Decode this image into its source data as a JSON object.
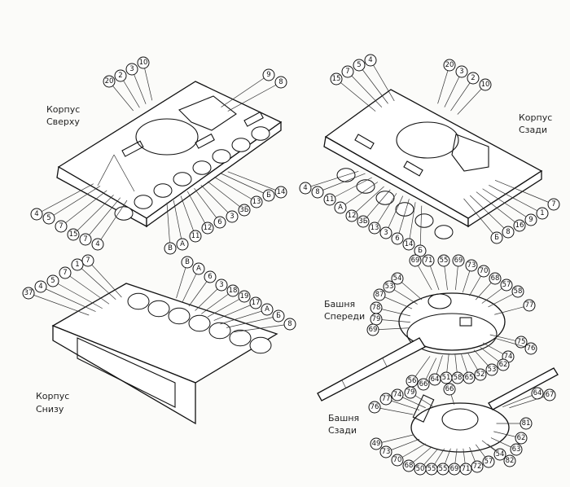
{
  "views": [
    {
      "id": "hull-top",
      "caption": [
        "Корпус",
        "Сверху"
      ]
    },
    {
      "id": "hull-rear",
      "caption": [
        "Корпус",
        "Сзади"
      ]
    },
    {
      "id": "hull-bottom",
      "caption": [
        "Корпус",
        "Снизу"
      ]
    },
    {
      "id": "turret-front",
      "caption": [
        "Башня",
        "Спереди"
      ]
    },
    {
      "id": "turret-rear",
      "caption": [
        "Башня",
        "Сзади"
      ]
    }
  ],
  "callouts": {
    "hull-top": [
      "20",
      "2",
      "3",
      "10",
      "9",
      "8",
      "14",
      "Б",
      "13",
      "3Б",
      "3",
      "6",
      "12",
      "11",
      "А",
      "В",
      "4",
      "5",
      "7",
      "15",
      "7",
      "4"
    ],
    "hull-rear": [
      "15",
      "7",
      "5",
      "4",
      "20",
      "3",
      "2",
      "10",
      "4",
      "8",
      "11",
      "А",
      "12",
      "3Б",
      "13",
      "3",
      "6",
      "14",
      "Б",
      "Б",
      "8",
      "16",
      "9",
      "1",
      "7"
    ],
    "hull-bottom": [
      "37",
      "4",
      "5",
      "7",
      "1",
      "7",
      "В",
      "А",
      "6",
      "3",
      "18",
      "19",
      "17",
      "А",
      "Б",
      "8"
    ],
    "turret-front": [
      "54",
      "53",
      "87",
      "78",
      "79",
      "69",
      "69",
      "71",
      "55",
      "69",
      "73",
      "70",
      "68",
      "57",
      "58",
      "77",
      "75",
      "74",
      "76",
      "56",
      "66",
      "64",
      "51",
      "58",
      "65",
      "52",
      "53",
      "62"
    ],
    "turret-rear": [
      "76",
      "77",
      "74",
      "79",
      "66",
      "64",
      "67",
      "81",
      "62",
      "63",
      "82",
      "49",
      "73",
      "70",
      "68",
      "50",
      "55",
      "55",
      "69",
      "71",
      "72",
      "57",
      "54"
    ]
  }
}
